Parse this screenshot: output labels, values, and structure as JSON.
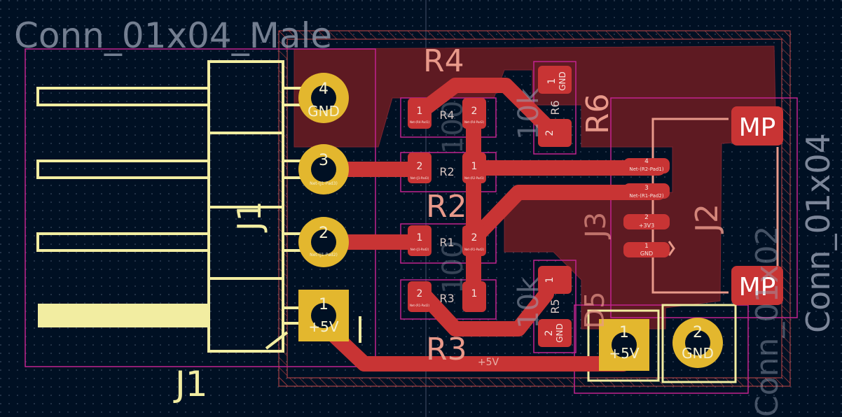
{
  "board": {
    "title_text": "Conn_01x04_Male",
    "side_text": "Conn_01x04",
    "side_text2": "Conn_01x02",
    "bottom_label": "J1",
    "net_plus5v": "+5V"
  },
  "refs": {
    "j1": "J1",
    "j2": "J2",
    "j3": "J3",
    "r1": "R1",
    "r2": "R2",
    "r3": "R3",
    "r4": "R4",
    "r5": "R5",
    "r6": "R6",
    "r1_small": "R1",
    "r2_small": "R2",
    "r3_small": "R3",
    "r4_small": "R4",
    "r5_small": "R5",
    "r6_small": "R6"
  },
  "values": {
    "r4_val": "10k",
    "r3_val": "10k",
    "r1_val": "100",
    "r2_val": "100",
    "r5_val": "D5"
  },
  "j1_pins": [
    {
      "num": "4",
      "net": "GND"
    },
    {
      "num": "3",
      "net": "Net-(J1-Pad3)"
    },
    {
      "num": "2",
      "net": "Net-(J1-Pad2)"
    },
    {
      "num": "1",
      "net": "+5V"
    }
  ],
  "j2_pads": [
    {
      "num": "4",
      "net": "Net-(R2-Pad1)"
    },
    {
      "num": "3",
      "net": "Net-(R1-Pad2)"
    },
    {
      "num": "2",
      "net": "+3V3"
    },
    {
      "num": "1",
      "net": "GND"
    }
  ],
  "j3_pins": [
    {
      "num": "1",
      "net": "+5V"
    },
    {
      "num": "2",
      "net": "GND"
    }
  ],
  "mp_label": "MP",
  "smd_pads": {
    "r4_p1": "1",
    "r4_p2": "2",
    "r4_net": "Net-(R4-Pad1)",
    "r4_net2": "Net-(R4-Pad2)",
    "r2_p1": "1",
    "r2_p2": "2",
    "r2_net": "Net-(R2-Pad1)",
    "r2_net2": "Net-(J1-Pad3)",
    "r1_p1": "1",
    "r1_p2": "2",
    "r1_net": "Net-(R1-Pad2)",
    "r1_net2": "Net-(J1-Pad2)",
    "r3_p1": "1",
    "r3_p2": "2",
    "r3_net": "Net-(R1-Pad2)",
    "r6_p1": "1",
    "r6_p2": "2",
    "r6_net": "GND",
    "r5_p1": "1",
    "r5_p2": "2",
    "r5_net": "GND"
  },
  "colors": {
    "background": "#001023",
    "copper": "#c83434",
    "zone": "#5e1a22",
    "silk": "#f2eda1",
    "pad_gold": "#e3b72e",
    "courtyard": "#c2228f"
  }
}
